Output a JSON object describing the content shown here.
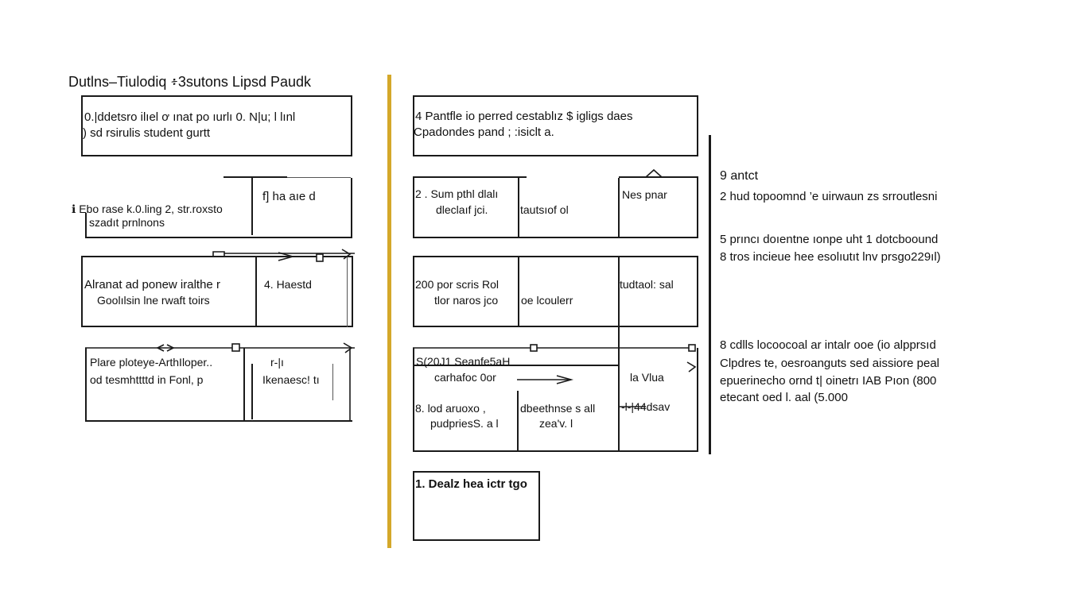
{
  "colors": {
    "divider": "#d4a82a",
    "ink": "#1a1a1a"
  },
  "title": "Dutlns–Tiulodiq ፥3sutons Lipsd Paudk",
  "left": {
    "box1": {
      "line1": "0.|ddetsro ilıel ơ ınat  po  ıurlı 0. N|u; l lınl",
      "line2": ") sd rsirulis student  gurtt"
    },
    "box2": {
      "left_line1": "ℹ  Ebo rase k.0.ling  2,  str.roxsto",
      "left_line2": "szadıt prnlnons",
      "right": "f] ha aıe d"
    },
    "box3": {
      "left_line1": "Alranat  ad ponew iralthe r",
      "left_line2": "Goolılsin  lne rwaft toirs",
      "right": "4.  Haestd"
    },
    "box4": {
      "left_line1": "Plare  ploteye-ArthIloper..",
      "left_line2": "od  tesmhttttd in  Fonl, p",
      "right_line1": "r-|ı",
      "right_line2": "Ikenaesc! tı"
    }
  },
  "center": {
    "box1": {
      "line1": "4  Pantfle  io  perred   cestablız  $ igligs  daes",
      "line2": "Cpadondes  pand  ; :isiclt a."
    },
    "row2": {
      "c1_line1": "2 .  Sum  pthl  dlalı",
      "c1_line2": "dleclaıf  jci.",
      "c2": "tautsıof  ol",
      "c3": "Nes  pnar"
    },
    "row3": {
      "c1_line1": "200  por  scris  Rol",
      "c1_line2": "tlor  naros  jco",
      "c2": "oe  lcoulerr",
      "c3": "tudtaol:  sal"
    },
    "row4": {
      "top_line1": "S(20J1  Seanfe5aH",
      "top_line2": "carhafoc 0or",
      "c1_line1": "8. lod  aruoxo ,",
      "c1_line2": "pudpriesS.  a  l",
      "c2_line1": "dbeethnse s  all",
      "c2_line2": "zea'v.  l",
      "c3_line1": "la  Vlua",
      "c3_line2": "-l-|44dsav"
    },
    "box5": {
      "line1": "1.  Dealz  hea  ictr  tgo"
    }
  },
  "right": {
    "item1_line1": "9   antct",
    "item1_line2": "2  hud  topoomnd  ’e  uirwaun  zs srroutlesni",
    "item2_line1": "5  prıncı  doıentne  ıonpe  uht  1 dotcboound",
    "item2_line2": "8  tros  incieue  hee  esolıutıt  lnv  prsgo229ıl)",
    "item3_line1": "8  cdlls  locoocoal  ar  intalr ooe  (io  alpprsıd",
    "item3_line2": "Clpdres te,  oesroanguts  sed  aissiore  peal",
    "item3_line3": "epuerinecho  ornd  t|  oinetrı  IAB  Pıon (800",
    "item3_line4": "etecant  oed l.  aal (5.000"
  }
}
